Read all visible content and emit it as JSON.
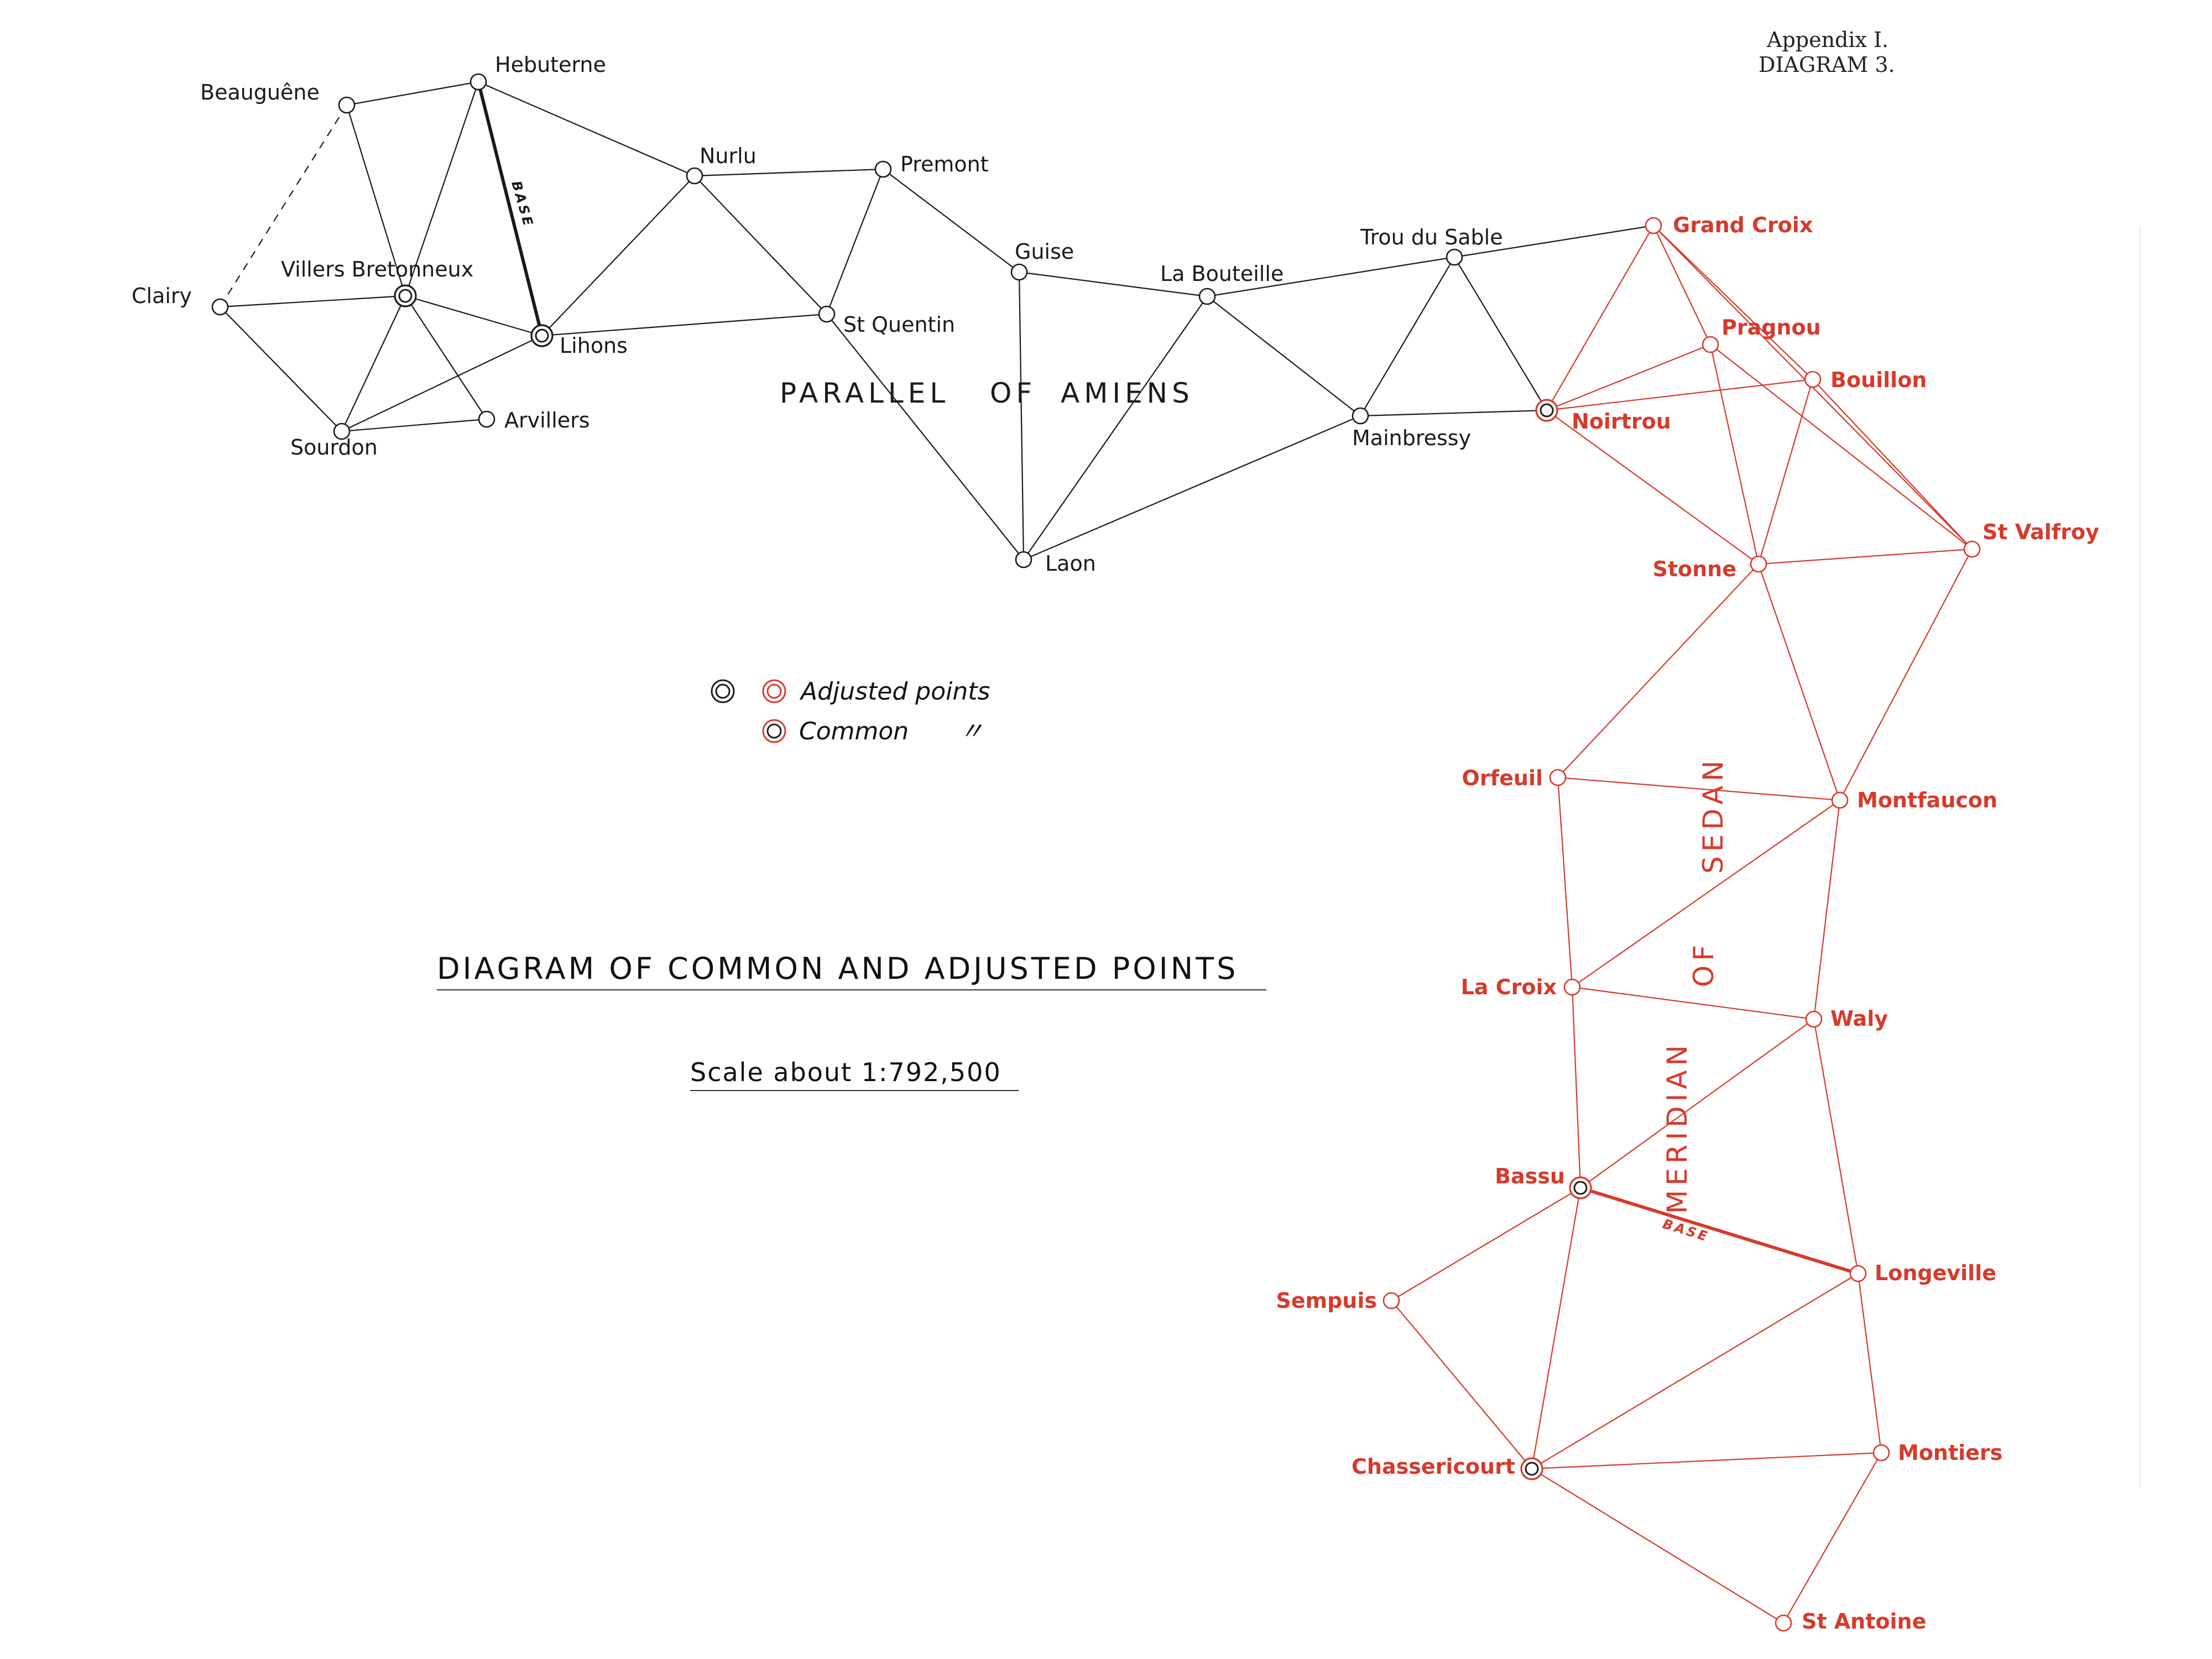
{
  "header": {
    "appendix": "Appendix I.",
    "diagram_no": "DIAGRAM 3."
  },
  "title": "DIAGRAM OF COMMON AND ADJUSTED POINTS",
  "scale": "Scale about 1:792,500",
  "legend": {
    "adjusted": "Adjusted points",
    "common": "Common",
    "ditto": "〃"
  },
  "chains": {
    "parallel": {
      "words": [
        "PARALLEL",
        "OF",
        "AMIENS"
      ],
      "color": "#1a1a1a"
    },
    "meridian": {
      "words": [
        "MERIDIAN",
        "OF",
        "SEDAN"
      ],
      "color": "#d63a2c"
    }
  },
  "base_label": "BASE",
  "stations": [
    {
      "id": "beauguene",
      "name": "Beauguêne",
      "net": "black",
      "type": "adjusted"
    },
    {
      "id": "hebuterne",
      "name": "Hebuterne",
      "net": "black",
      "type": "adjusted"
    },
    {
      "id": "clairy",
      "name": "Clairy",
      "net": "black",
      "type": "adjusted"
    },
    {
      "id": "villers",
      "name": "Villers Bretonneux",
      "net": "black",
      "type": "common"
    },
    {
      "id": "lihons",
      "name": "Lihons",
      "net": "black",
      "type": "common"
    },
    {
      "id": "sourdon",
      "name": "Sourdon",
      "net": "black",
      "type": "adjusted"
    },
    {
      "id": "arvillers",
      "name": "Arvillers",
      "net": "black",
      "type": "adjusted"
    },
    {
      "id": "nurlu",
      "name": "Nurlu",
      "net": "black",
      "type": "adjusted"
    },
    {
      "id": "premont",
      "name": "Premont",
      "net": "black",
      "type": "adjusted"
    },
    {
      "id": "stquentin",
      "name": "St Quentin",
      "net": "black",
      "type": "adjusted"
    },
    {
      "id": "guise",
      "name": "Guise",
      "net": "black",
      "type": "adjusted"
    },
    {
      "id": "labouteille",
      "name": "La Bouteille",
      "net": "black",
      "type": "adjusted"
    },
    {
      "id": "laon",
      "name": "Laon",
      "net": "black",
      "type": "adjusted"
    },
    {
      "id": "troudusable",
      "name": "Trou du Sable",
      "net": "black",
      "type": "adjusted"
    },
    {
      "id": "mainbressy",
      "name": "Mainbressy",
      "net": "black",
      "type": "adjusted"
    },
    {
      "id": "noirtrou",
      "name": "Noirtrou",
      "net": "red",
      "type": "common"
    },
    {
      "id": "grandcroix",
      "name": "Grand Croix",
      "net": "red",
      "type": "adjusted"
    },
    {
      "id": "pragnou",
      "name": "Pragnou",
      "net": "red",
      "type": "adjusted"
    },
    {
      "id": "bouillon",
      "name": "Bouillon",
      "net": "red",
      "type": "adjusted"
    },
    {
      "id": "stvalfroy",
      "name": "St Valfroy",
      "net": "red",
      "type": "adjusted"
    },
    {
      "id": "stonne",
      "name": "Stonne",
      "net": "red",
      "type": "adjusted"
    },
    {
      "id": "orfeuil",
      "name": "Orfeuil",
      "net": "red",
      "type": "adjusted"
    },
    {
      "id": "montfaucon",
      "name": "Montfaucon",
      "net": "red",
      "type": "adjusted"
    },
    {
      "id": "lacroix",
      "name": "La Croix",
      "net": "red",
      "type": "adjusted"
    },
    {
      "id": "waly",
      "name": "Waly",
      "net": "red",
      "type": "adjusted"
    },
    {
      "id": "bassu",
      "name": "Bassu",
      "net": "red",
      "type": "common"
    },
    {
      "id": "longeville",
      "name": "Longeville",
      "net": "red",
      "type": "adjusted"
    },
    {
      "id": "sempuis",
      "name": "Sempuis",
      "net": "red",
      "type": "adjusted"
    },
    {
      "id": "chassericourt",
      "name": "Chassericourt",
      "net": "red",
      "type": "common"
    },
    {
      "id": "montiers",
      "name": "Montiers",
      "net": "red",
      "type": "adjusted"
    },
    {
      "id": "stantoine",
      "name": "St Antoine",
      "net": "red",
      "type": "adjusted"
    }
  ],
  "links": [
    {
      "from": "beauguene",
      "to": "hebuterne",
      "net": "black"
    },
    {
      "from": "beauguene",
      "to": "clairy",
      "net": "black",
      "style": "dashed"
    },
    {
      "from": "beauguene",
      "to": "villers",
      "net": "black"
    },
    {
      "from": "hebuterne",
      "to": "villers",
      "net": "black"
    },
    {
      "from": "hebuterne",
      "to": "lihons",
      "net": "black",
      "style": "base"
    },
    {
      "from": "hebuterne",
      "to": "nurlu",
      "net": "black"
    },
    {
      "from": "clairy",
      "to": "villers",
      "net": "black"
    },
    {
      "from": "clairy",
      "to": "sourdon",
      "net": "black"
    },
    {
      "from": "villers",
      "to": "lihons",
      "net": "black"
    },
    {
      "from": "villers",
      "to": "sourdon",
      "net": "black"
    },
    {
      "from": "villers",
      "to": "arvillers",
      "net": "black"
    },
    {
      "from": "sourdon",
      "to": "arvillers",
      "net": "black"
    },
    {
      "from": "sourdon",
      "to": "lihons",
      "net": "black"
    },
    {
      "from": "lihons",
      "to": "nurlu",
      "net": "black"
    },
    {
      "from": "lihons",
      "to": "stquentin",
      "net": "black"
    },
    {
      "from": "nurlu",
      "to": "premont",
      "net": "black"
    },
    {
      "from": "nurlu",
      "to": "stquentin",
      "net": "black"
    },
    {
      "from": "premont",
      "to": "stquentin",
      "net": "black"
    },
    {
      "from": "premont",
      "to": "guise",
      "net": "black"
    },
    {
      "from": "stquentin",
      "to": "laon",
      "net": "black"
    },
    {
      "from": "guise",
      "to": "laon",
      "net": "black"
    },
    {
      "from": "guise",
      "to": "labouteille",
      "net": "black"
    },
    {
      "from": "labouteille",
      "to": "laon",
      "net": "black"
    },
    {
      "from": "labouteille",
      "to": "troudusable",
      "net": "black"
    },
    {
      "from": "labouteille",
      "to": "mainbressy",
      "net": "black"
    },
    {
      "from": "laon",
      "to": "mainbressy",
      "net": "black"
    },
    {
      "from": "troudusable",
      "to": "mainbressy",
      "net": "black"
    },
    {
      "from": "troudusable",
      "to": "noirtrou",
      "net": "black"
    },
    {
      "from": "mainbressy",
      "to": "noirtrou",
      "net": "black"
    },
    {
      "from": "troudusable",
      "to": "grandcroix",
      "net": "black"
    },
    {
      "from": "grandcroix",
      "to": "noirtrou",
      "net": "red"
    },
    {
      "from": "grandcroix",
      "to": "pragnou",
      "net": "red"
    },
    {
      "from": "grandcroix",
      "to": "bouillon",
      "net": "red"
    },
    {
      "from": "grandcroix",
      "to": "stvalfroy",
      "net": "red"
    },
    {
      "from": "noirtrou",
      "to": "pragnou",
      "net": "red"
    },
    {
      "from": "noirtrou",
      "to": "bouillon",
      "net": "red"
    },
    {
      "from": "noirtrou",
      "to": "stonne",
      "net": "red"
    },
    {
      "from": "pragnou",
      "to": "stonne",
      "net": "red"
    },
    {
      "from": "pragnou",
      "to": "stvalfroy",
      "net": "red"
    },
    {
      "from": "bouillon",
      "to": "stonne",
      "net": "red"
    },
    {
      "from": "bouillon",
      "to": "stvalfroy",
      "net": "red"
    },
    {
      "from": "stonne",
      "to": "stvalfroy",
      "net": "red"
    },
    {
      "from": "stonne",
      "to": "orfeuil",
      "net": "red"
    },
    {
      "from": "stonne",
      "to": "montfaucon",
      "net": "red"
    },
    {
      "from": "stvalfroy",
      "to": "montfaucon",
      "net": "red"
    },
    {
      "from": "orfeuil",
      "to": "montfaucon",
      "net": "red"
    },
    {
      "from": "orfeuil",
      "to": "lacroix",
      "net": "red"
    },
    {
      "from": "montfaucon",
      "to": "lacroix",
      "net": "red"
    },
    {
      "from": "montfaucon",
      "to": "waly",
      "net": "red"
    },
    {
      "from": "lacroix",
      "to": "waly",
      "net": "red"
    },
    {
      "from": "lacroix",
      "to": "bassu",
      "net": "red"
    },
    {
      "from": "waly",
      "to": "bassu",
      "net": "red"
    },
    {
      "from": "waly",
      "to": "longeville",
      "net": "red"
    },
    {
      "from": "bassu",
      "to": "longeville",
      "net": "red",
      "style": "base"
    },
    {
      "from": "bassu",
      "to": "sempuis",
      "net": "red"
    },
    {
      "from": "bassu",
      "to": "chassericourt",
      "net": "red"
    },
    {
      "from": "sempuis",
      "to": "chassericourt",
      "net": "red"
    },
    {
      "from": "longeville",
      "to": "chassericourt",
      "net": "red"
    },
    {
      "from": "longeville",
      "to": "montiers",
      "net": "red"
    },
    {
      "from": "chassericourt",
      "to": "montiers",
      "net": "red"
    },
    {
      "from": "chassericourt",
      "to": "stantoine",
      "net": "red"
    },
    {
      "from": "montiers",
      "to": "stantoine",
      "net": "red"
    }
  ],
  "colors": {
    "black_net": "#1a1a1a",
    "red_net": "#d63a2c",
    "paper": "#ffffff"
  }
}
